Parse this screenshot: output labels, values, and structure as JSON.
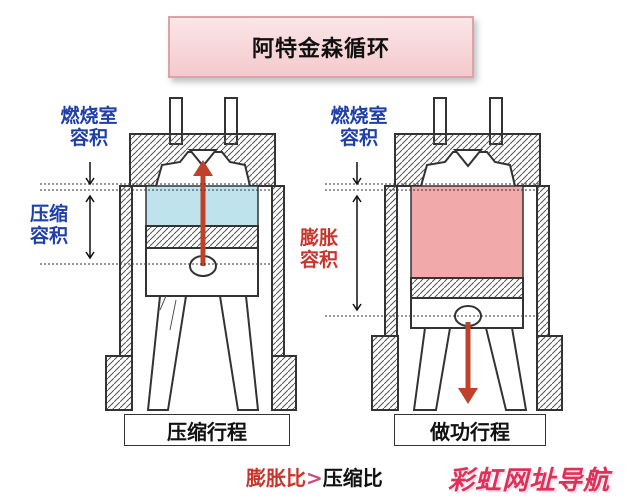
{
  "title": "阿特金森循环",
  "left": {
    "chamber_label": "燃烧室\n容积",
    "volume_label": "压缩\n容积",
    "stroke_label": "压缩行程"
  },
  "right": {
    "chamber_label": "燃烧室\n容积",
    "volume_label": "膨胀\n容积",
    "stroke_label": "做功行程"
  },
  "formula": {
    "part1": "膨胀比",
    "op": ">",
    "part2": "压缩比"
  },
  "watermark": "彩虹网址导航",
  "colors": {
    "compression_fill": "#bfe3ec",
    "expansion_fill": "#f2a9a9",
    "arrow": "#c0412a",
    "label_blue": "#1e3ea8",
    "label_red": "#c9352d"
  }
}
